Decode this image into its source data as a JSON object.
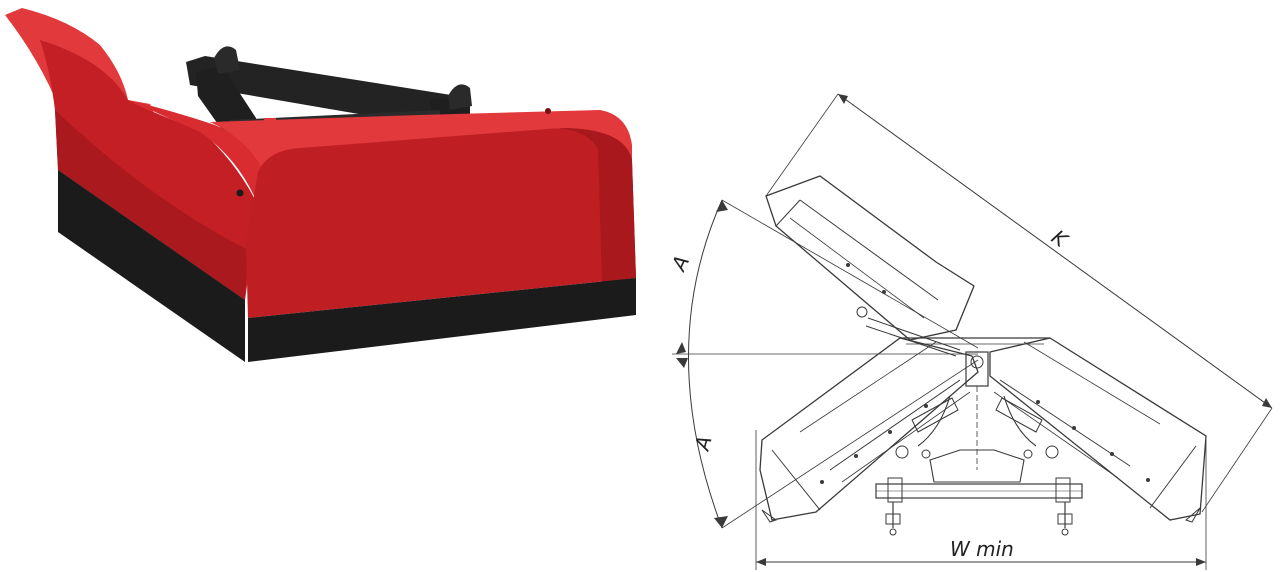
{
  "labels": {
    "angle_top": "A",
    "angle_bottom": "A",
    "length_k": "K",
    "width_min": "W min"
  },
  "colors": {
    "blade_red": "#c41f24",
    "blade_red_dark": "#8d1418",
    "blade_red_light": "#e2393c",
    "rubber_edge": "#1b1b1b",
    "frame_black": "#232323",
    "drawing_line": "#3a3a3a",
    "background": "#ffffff"
  },
  "icons": {
    "render": "v-blade-snow-plow-3d-render",
    "drawing": "v-blade-top-view-technical-drawing"
  }
}
